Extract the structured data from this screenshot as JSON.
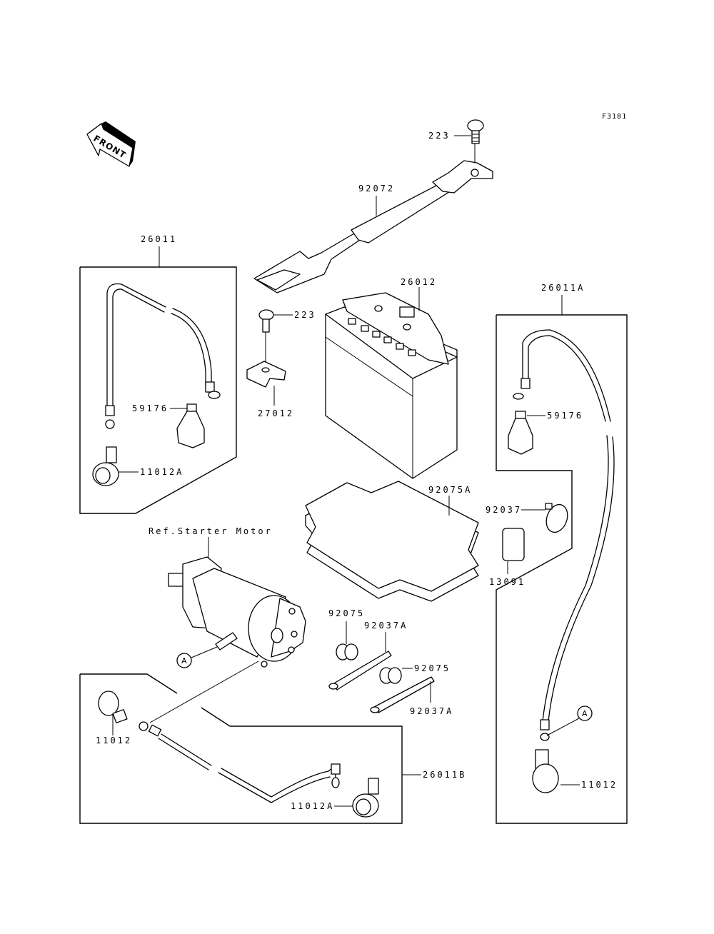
{
  "figure_id": "F3181",
  "front_arrow": {
    "label": "FRONT",
    "icon": "front-direction-arrow-icon"
  },
  "reference_label": "Ref.Starter Motor",
  "callout_letter": "A",
  "groups": {
    "g26011": "26011",
    "g26011A": "26011A",
    "g26011B": "26011B"
  },
  "parts": {
    "bolt_top": "223",
    "strap": "92072",
    "battery": "26012",
    "bolt_mid": "223",
    "bracket": "27012",
    "cap_left": "59176",
    "terminal_left": "11012A",
    "cap_right": "59176",
    "pad": "92075A",
    "clamp": "92037",
    "plug": "13091",
    "grommet_1": "92075",
    "tie_1": "92037A",
    "grommet_2": "92075",
    "tie_2": "92037A",
    "boot_bottom_left": "11012",
    "terminal_bottom": "11012A",
    "boot_right": "11012"
  }
}
